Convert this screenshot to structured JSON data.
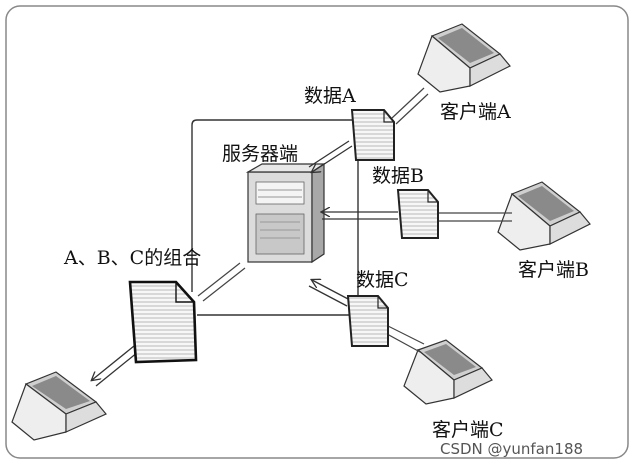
{
  "labels": {
    "server": "服务器端",
    "client_a": "客户端A",
    "client_b": "客户端B",
    "client_c": "客户端C",
    "data_a": "数据A",
    "data_b": "数据B",
    "data_c": "数据C",
    "combined": "A、B、C的组合"
  },
  "watermark": "CSDN @yunfan188"
}
